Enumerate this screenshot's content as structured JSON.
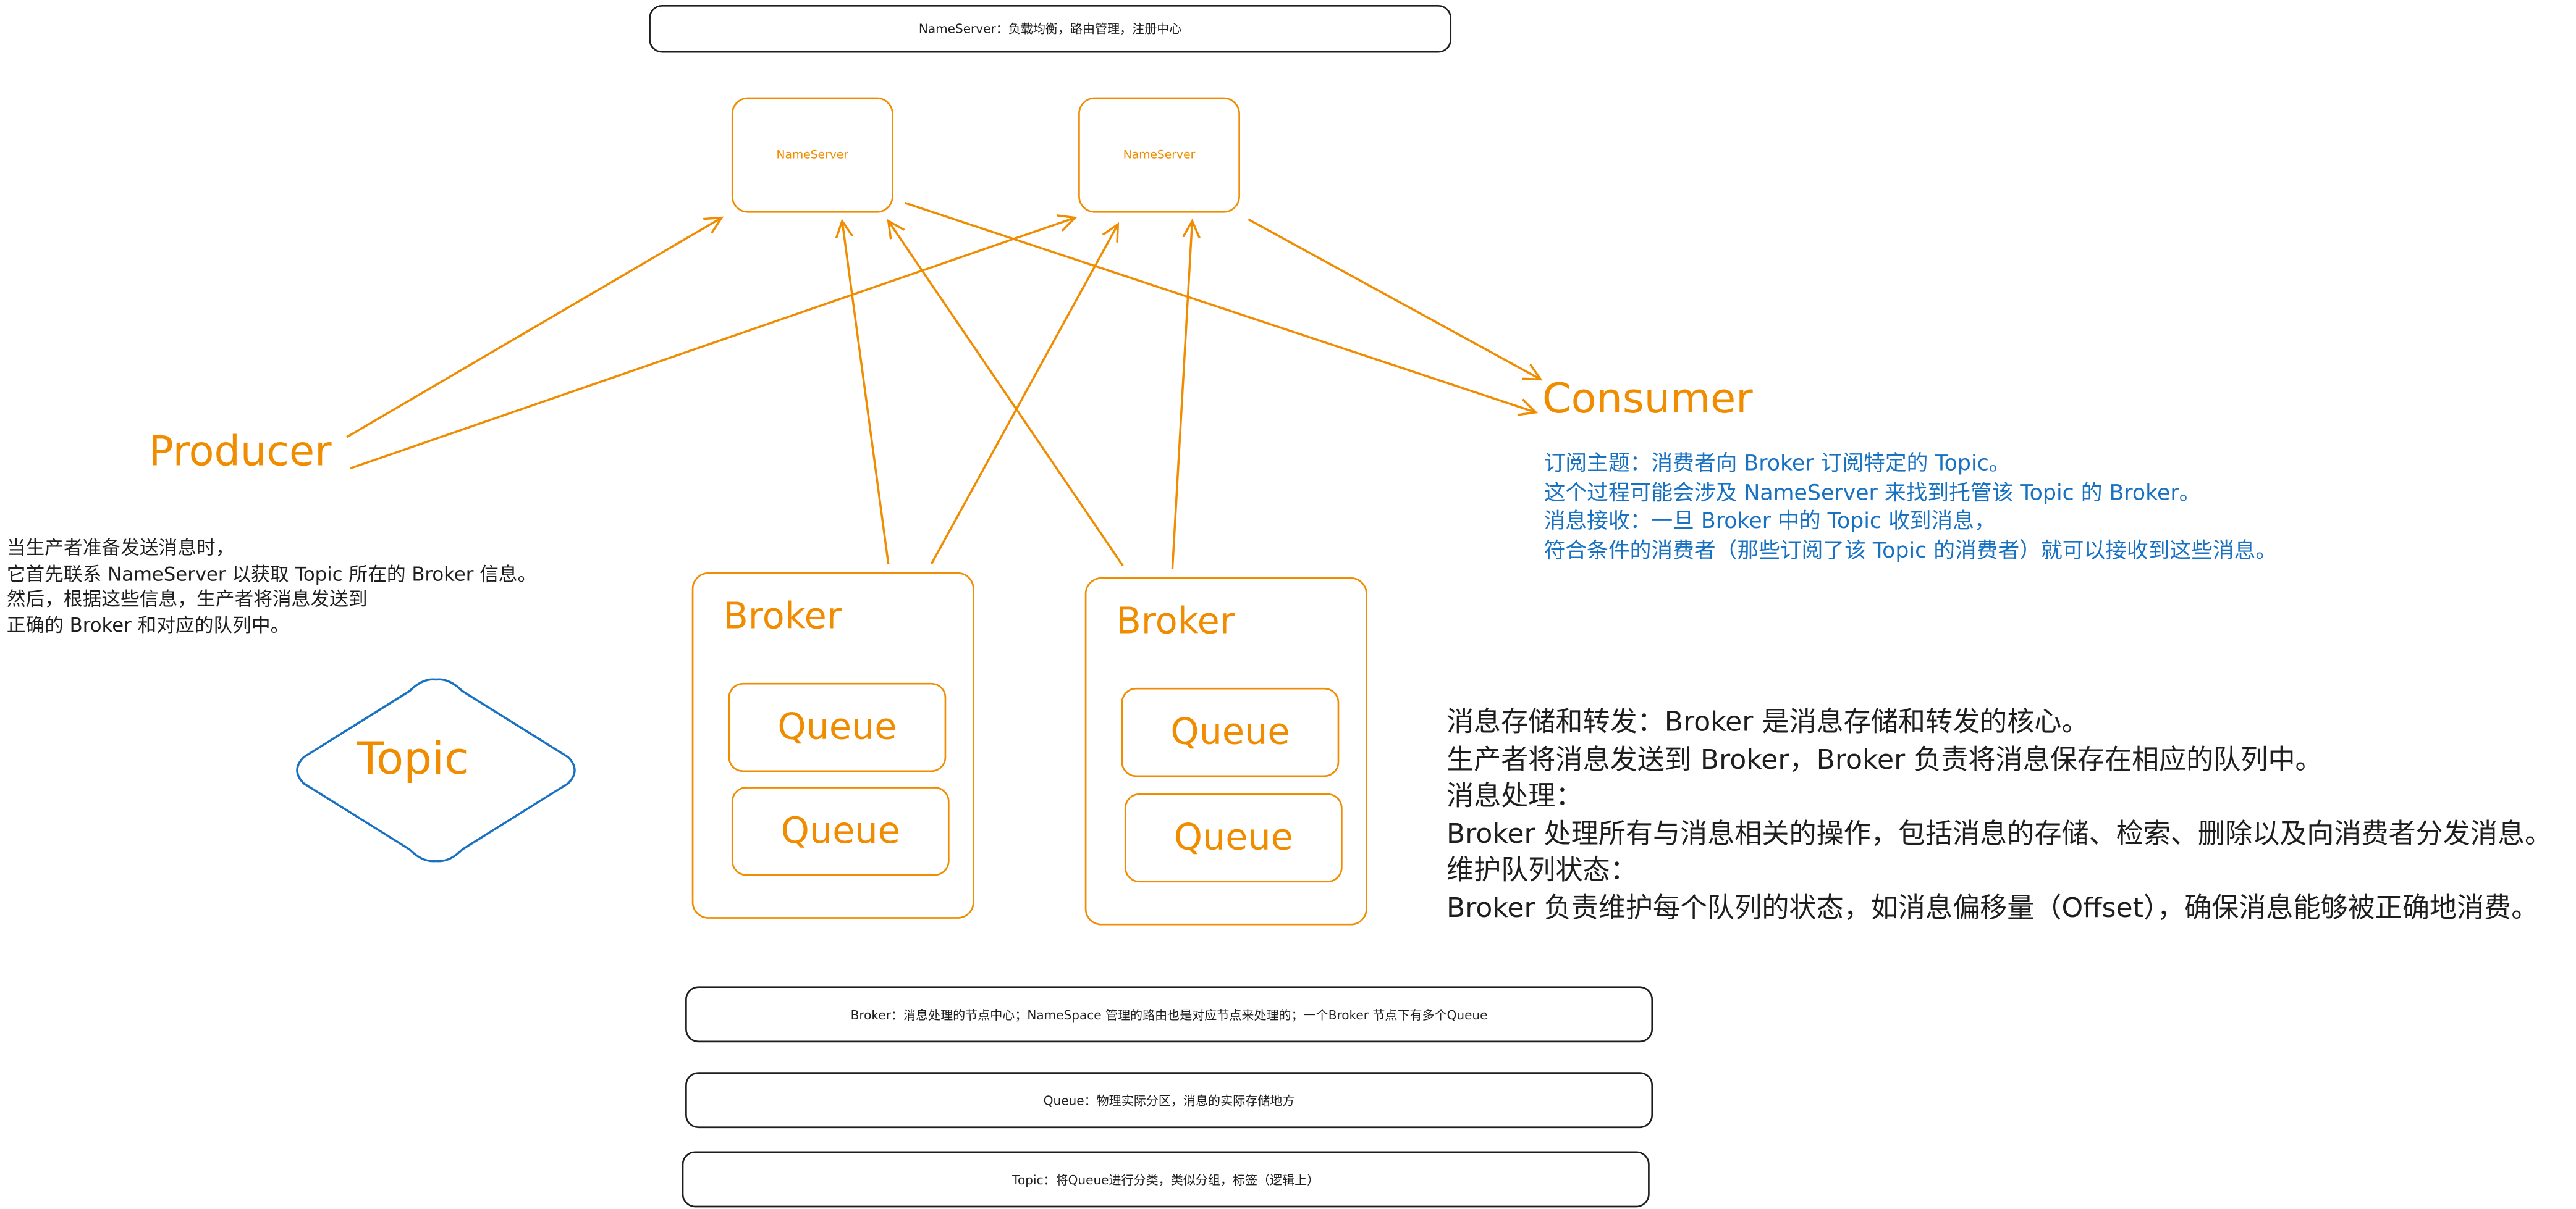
{
  "colors": {
    "orange": "#f08c00",
    "blue": "#1971c2",
    "dark": "#1e1e1e"
  },
  "top_note": "NameServer：负载均衡，路由管理，注册中心",
  "nameservers": [
    {
      "label": "NameServer"
    },
    {
      "label": "NameServer"
    }
  ],
  "producer": {
    "label": "Producer",
    "note": [
      "当生产者准备发送消息时，",
      "它首先联系 NameServer 以获取 Topic 所在的 Broker 信息。",
      "然后，根据这些信息，生产者将消息发送到",
      "正确的 Broker 和对应的队列中。"
    ]
  },
  "consumer": {
    "label": "Consumer",
    "note": [
      "订阅主题：消费者向 Broker 订阅特定的 Topic。",
      "这个过程可能会涉及 NameServer 来找到托管该 Topic 的 Broker。",
      "消息接收：一旦 Broker 中的 Topic 收到消息，",
      "符合条件的消费者（那些订阅了该 Topic 的消费者）就可以接收到这些消息。"
    ]
  },
  "topic": {
    "label": "Topic"
  },
  "brokers": [
    {
      "label": "Broker",
      "queues": [
        "Queue",
        "Queue"
      ]
    },
    {
      "label": "Broker",
      "queues": [
        "Queue",
        "Queue"
      ]
    }
  ],
  "broker_note": [
    "消息存储和转发：Broker 是消息存储和转发的核心。",
    "生产者将消息发送到 Broker，Broker 负责将消息保存在相应的队列中。",
    "消息处理：",
    "Broker 处理所有与消息相关的操作，包括消息的存储、检索、删除以及向消费者分发消息。",
    "维护队列状态：",
    "Broker 负责维护每个队列的状态，如消息偏移量（Offset），确保消息能够被正确地消费。"
  ],
  "legend_notes": [
    "Broker：消息处理的节点中心；NameSpace 管理的路由也是对应节点来处理的；一个Broker 节点下有多个Queue",
    "Queue：物理实际分区，消息的实际存储地方",
    "Topic：将Queue进行分类，类似分组，标签（逻辑上）"
  ]
}
